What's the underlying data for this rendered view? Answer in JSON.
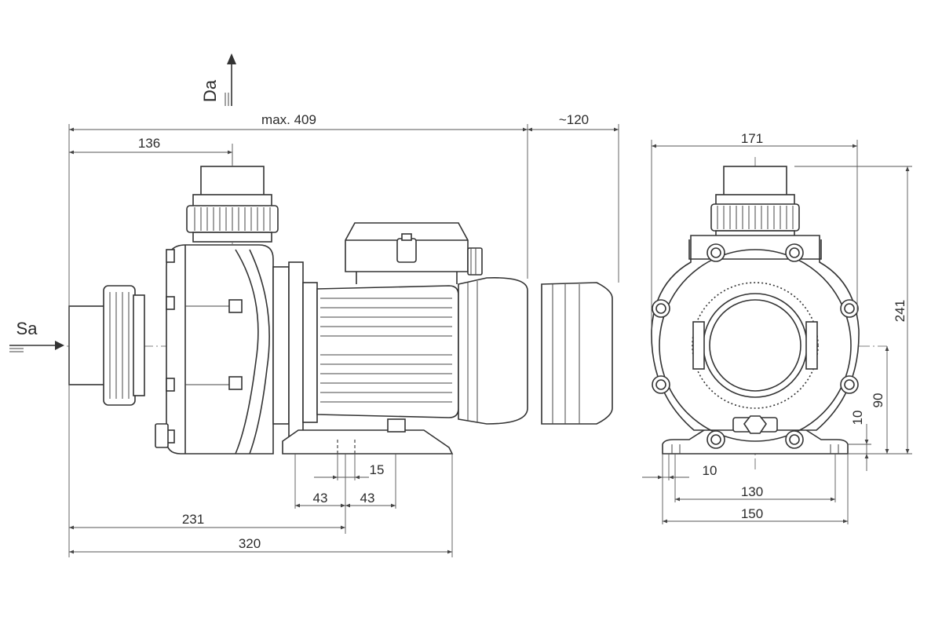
{
  "flow": {
    "suction_label": "Sa",
    "discharge_label": "Da"
  },
  "dimensions": {
    "overall_length": "max. 409",
    "motor_clearance": "~120",
    "inlet_to_outlet": "136",
    "front_width": "171",
    "front_height": "241",
    "axis_height": "90",
    "foot_height": "10",
    "hole_spacing": "15",
    "foot_half_left": "43",
    "foot_half_right": "43",
    "to_foot_center": "231",
    "base_length": "320",
    "foot_hole": "10",
    "foot_span_inner": "130",
    "foot_span_outer": "150"
  },
  "colors": {
    "line": "#333333",
    "background": "#ffffff"
  }
}
